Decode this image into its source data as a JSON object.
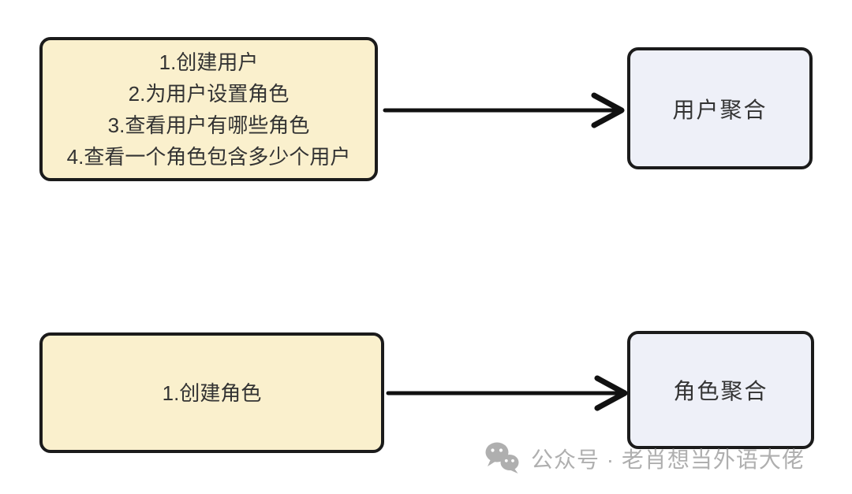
{
  "diagram": {
    "rows": [
      {
        "source": {
          "lines": [
            "1.创建用户",
            "2.为用户设置角色",
            "3.查看用户有哪些角色",
            "4.查看一个角色包含多少个用户"
          ]
        },
        "target": {
          "label": "用户聚合"
        }
      },
      {
        "source": {
          "lines": [
            "1.创建角色"
          ]
        },
        "target": {
          "label": "角色聚合"
        }
      }
    ],
    "watermark": {
      "icon": "wechat-icon",
      "text": "公众号 · 老肖想当外语大佬"
    },
    "colors": {
      "source_fill": "#FAF0CD",
      "target_fill": "#EEF0F8",
      "border": "#1B1B1B",
      "arrow": "#111111",
      "text": "#333333",
      "watermark": "#A9A9A9",
      "background": "#FFFFFF"
    }
  }
}
